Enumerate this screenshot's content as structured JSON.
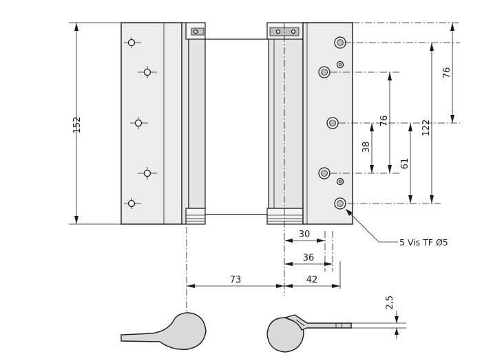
{
  "dimensions": {
    "height_total": "152",
    "hole_spacing_upper": "76",
    "hole_spacing_mid": "76",
    "lower_span": "122",
    "small_38": "38",
    "small_61": "61",
    "width_30": "30",
    "width_36": "36",
    "width_73": "73",
    "width_42": "42",
    "thickness": "2,5"
  },
  "callout": {
    "screw_spec": "5 Vis TF Ø5"
  }
}
